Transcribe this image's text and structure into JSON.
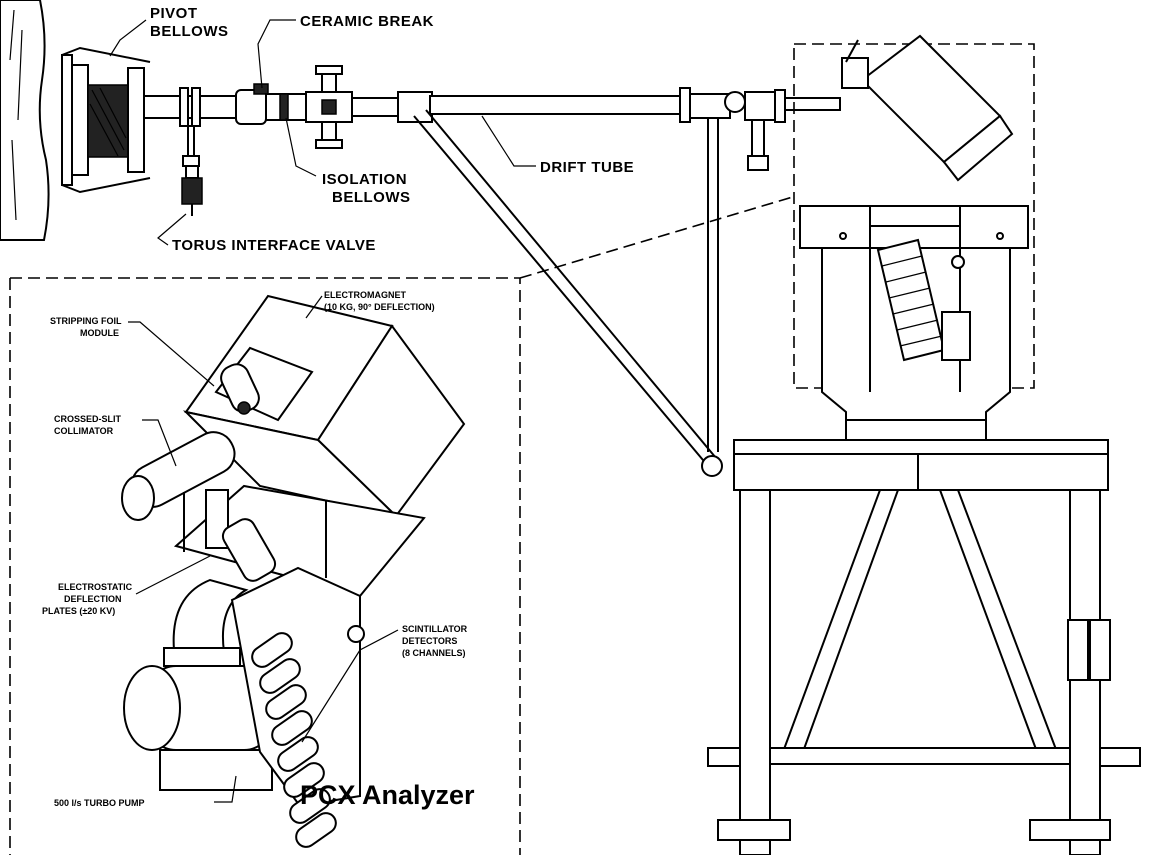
{
  "labels": {
    "pivot_bellows": [
      "PIVOT",
      "BELLOWS"
    ],
    "ceramic_break": "CERAMIC BREAK",
    "isolation_bellows": [
      "ISOLATION",
      "BELLOWS"
    ],
    "drift_tube": "DRIFT TUBE",
    "torus_interface_valve": "TORUS INTERFACE VALVE"
  },
  "inset": {
    "title": "PCX Analyzer",
    "electromagnet": [
      "ELECTROMAGNET",
      "(10 KG, 90° DEFLECTION)"
    ],
    "stripping_foil": [
      "STRIPPING FOIL",
      "MODULE"
    ],
    "crossed_slit": [
      "CROSSED-SLIT",
      "COLLIMATOR"
    ],
    "electrostatic": [
      "ELECTROSTATIC",
      "DEFLECTION",
      "PLATES (±20 KV)"
    ],
    "scintillator": [
      "SCINTILLATOR",
      "DETECTORS",
      "(8 CHANNELS)"
    ],
    "turbo_pump": "500 l/s TURBO PUMP"
  }
}
